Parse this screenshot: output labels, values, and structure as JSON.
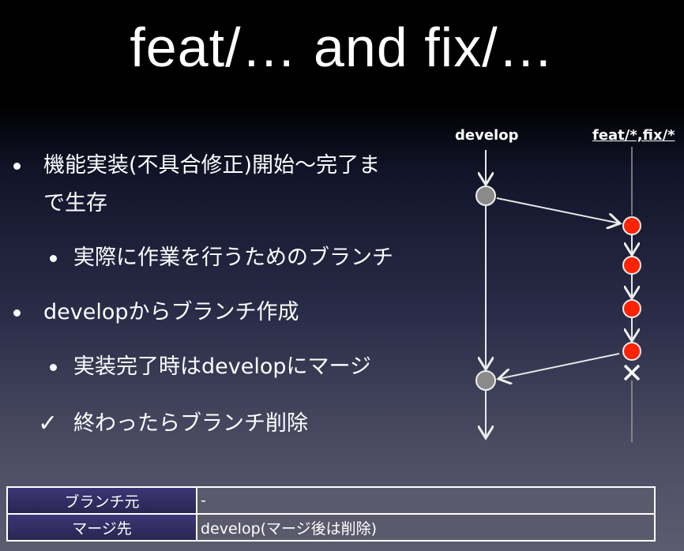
{
  "title": "feat/… and fix/…",
  "bullets": [
    {
      "level": 1,
      "marker": "dot",
      "lines": [
        "機能実装(不具合修正)開始〜完了ま",
        "で生存"
      ]
    },
    {
      "level": 2,
      "marker": "dot",
      "text": "実際に作業を行うためのブランチ"
    },
    {
      "level": 1,
      "marker": "dot",
      "text": "developからブランチ作成"
    },
    {
      "level": 2,
      "marker": "dot",
      "text": "実装完了時はdevelopにマージ"
    },
    {
      "level": 2,
      "marker": "check",
      "text": "終わったらブランチ削除"
    }
  ],
  "diagram": {
    "develop_label": "develop",
    "feature_label": "feat/*,fix/*",
    "colors": {
      "develop_commit": "#8a8a8a",
      "feature_commit": "#ff2200"
    }
  },
  "table": [
    {
      "header": "ブランチ元",
      "value": "-"
    },
    {
      "header": "マージ先",
      "value": "develop(マージ後は削除)"
    }
  ]
}
